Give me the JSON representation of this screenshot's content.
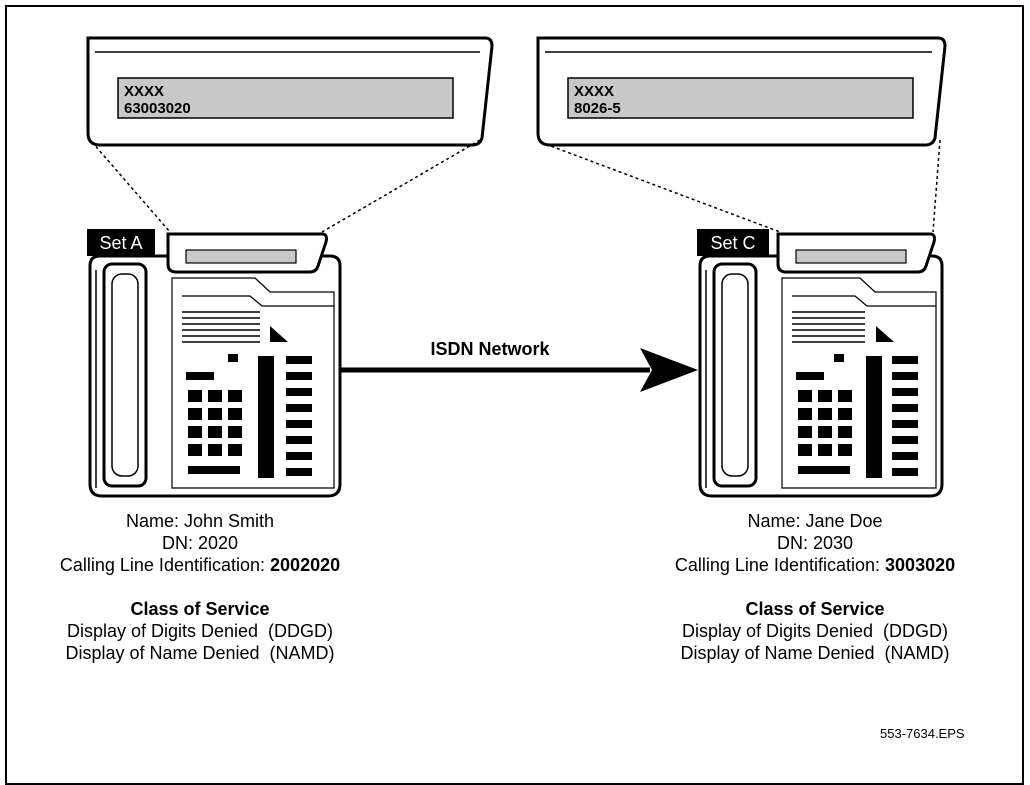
{
  "set_a": {
    "label": "Set A",
    "display_line1": "XXXX",
    "display_line2": "63003020",
    "name_label": "Name:",
    "name": "John Smith",
    "dn_label": "DN:",
    "dn": "2020",
    "cli_label": "Calling Line Identification:",
    "cli": "2002020",
    "cos_title": "Class of Service",
    "cos_items": [
      "Display of Digits Denied  (DDGD)",
      "Display of Name Denied  (NAMD)"
    ]
  },
  "set_c": {
    "label": "Set C",
    "display_line1": "XXXX",
    "display_line2": "8026-5",
    "name_label": "Name:",
    "name": "Jane Doe",
    "dn_label": "DN:",
    "dn": "2030",
    "cli_label": "Calling Line Identification:",
    "cli": "3003020",
    "cos_title": "Class of Service",
    "cos_items": [
      "Display of Digits Denied  (DDGD)",
      "Display of Name Denied  (NAMD)"
    ]
  },
  "network_label": "ISDN Network",
  "figure_id": "553-7634.EPS",
  "colors": {
    "display": "#c8c8c8",
    "line": "#000000"
  }
}
